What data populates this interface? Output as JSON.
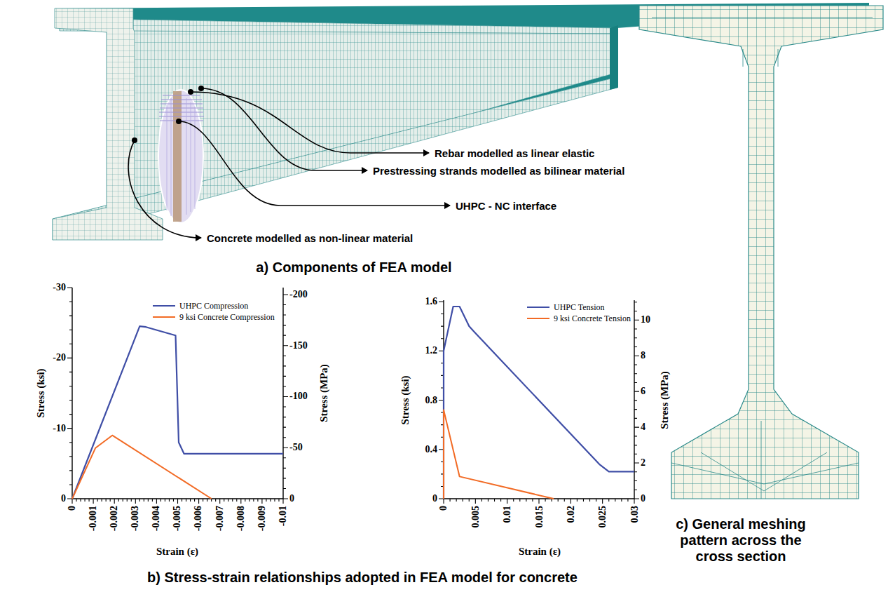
{
  "diagram": {
    "labels": [
      "Rebar modelled as linear elastic",
      "Prestressing strands modelled as bilinear material",
      "UHPC - NC interface",
      "Concrete modelled as non-linear material",
      "a) Components of FEA model",
      "-30",
      "-20",
      "-10",
      "0",
      "-200",
      "-150",
      "-100",
      "-50",
      "0",
      "0",
      "-0.001",
      "-0.002",
      "-0.003",
      "-0.004",
      "-0.005",
      "-0.006",
      "-0.007",
      "-0.008",
      "-0.009",
      "-0.01",
      "Stress (ksi)",
      "Stress (MPa)",
      "Strain (ε)",
      "0",
      "0.4",
      "0.8",
      "1.2",
      "1.6",
      "0",
      "2",
      "4",
      "6",
      "8",
      "10",
      "0",
      "0.005",
      "0.01",
      "0.015",
      "0.02",
      "0.025",
      "0.03",
      "Stress (ksi)",
      "Stress (MPa)",
      "Strain (ε)",
      "b) Stress-strain relationships adopted in FEA model for concrete",
      "c) General meshing pattern across the cross section"
    ],
    "legend": [
      {
        "text": "UHPC Compression"
      },
      {
        "text": "9 ksi Concrete Compression"
      },
      {
        "text": "UHPC Tension"
      },
      {
        "text": "9 ksi Concrete Tension"
      }
    ]
  }
}
